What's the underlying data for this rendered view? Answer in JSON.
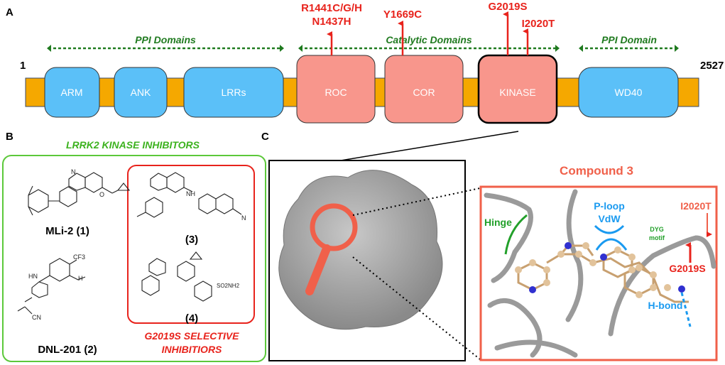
{
  "panel_a": {
    "label": "A",
    "start": "1",
    "end": "2527",
    "regions": [
      "PPI Domains",
      "Catalytic Domains",
      "PPI Domain"
    ],
    "domains": [
      "ARM",
      "ANK",
      "LRRs",
      "ROC",
      "COR",
      "KINASE",
      "WD40"
    ],
    "mutations": {
      "roc_1": "R1441C/G/H",
      "roc_2": "N1437H",
      "cor": "Y1669C",
      "kinase_1": "G2019S",
      "kinase_2": "I2020T"
    }
  },
  "panel_b": {
    "label": "B",
    "title": "LRRK2 KINASE INHIBITORS",
    "compounds": [
      "MLi-2 (1)",
      "DNL-201 (2)",
      "(3)",
      "(4)"
    ],
    "selective_title_1": "G2019S SELECTIVE",
    "selective_title_2": "INHIBITIORS",
    "atoms": {
      "nh": "NH",
      "n": "N",
      "h": "H",
      "hn": "HN",
      "o": "O",
      "cf3": "CF3",
      "cn": "CN",
      "so2nh2": "SO2NH2"
    }
  },
  "panel_c": {
    "label": "C",
    "title": "Compound 3",
    "annotations": {
      "hinge": "Hinge",
      "ploop": "P-loop",
      "vdw": "VdW",
      "dyg": "DYG",
      "motif": "motif",
      "i2020t": "I2020T",
      "g2019s": "G2019S",
      "hbond": "H-bond"
    }
  },
  "colors": {
    "linker": "#f5a800",
    "ppi": "#5bc0f8",
    "catalytic": "#f8968c",
    "mutation": "#e8231c",
    "green": "#1f7a1f",
    "coral": "#f0604a",
    "blue": "#1a9af0"
  }
}
